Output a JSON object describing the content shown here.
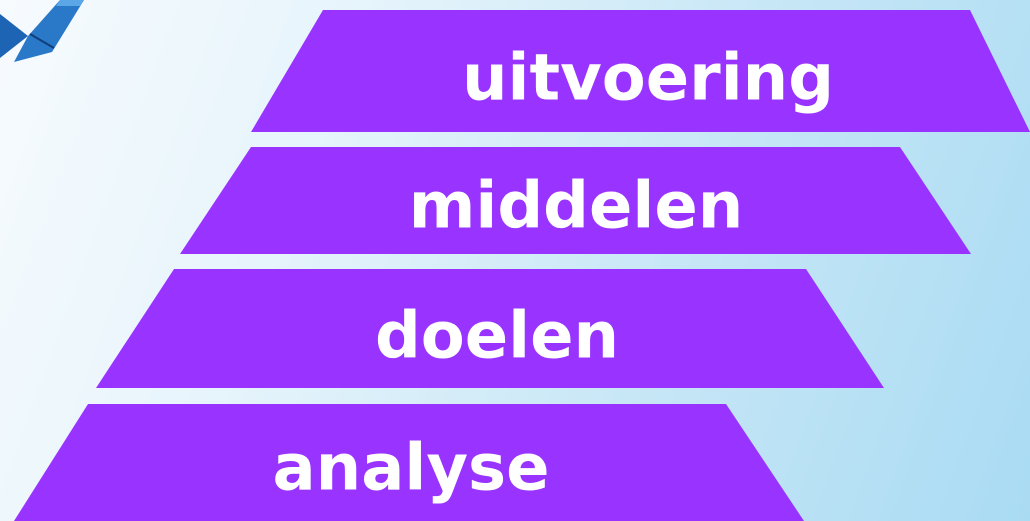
{
  "pyramid": {
    "fill_color": "#9933ff",
    "layers": [
      {
        "label": "uitvoering"
      },
      {
        "label": "middelen"
      },
      {
        "label": "doelen"
      },
      {
        "label": "analyse"
      }
    ]
  },
  "corner_decoration": {
    "icon": "blue-book-icon",
    "colors": [
      "#1e64b4",
      "#3a8ad6"
    ]
  }
}
